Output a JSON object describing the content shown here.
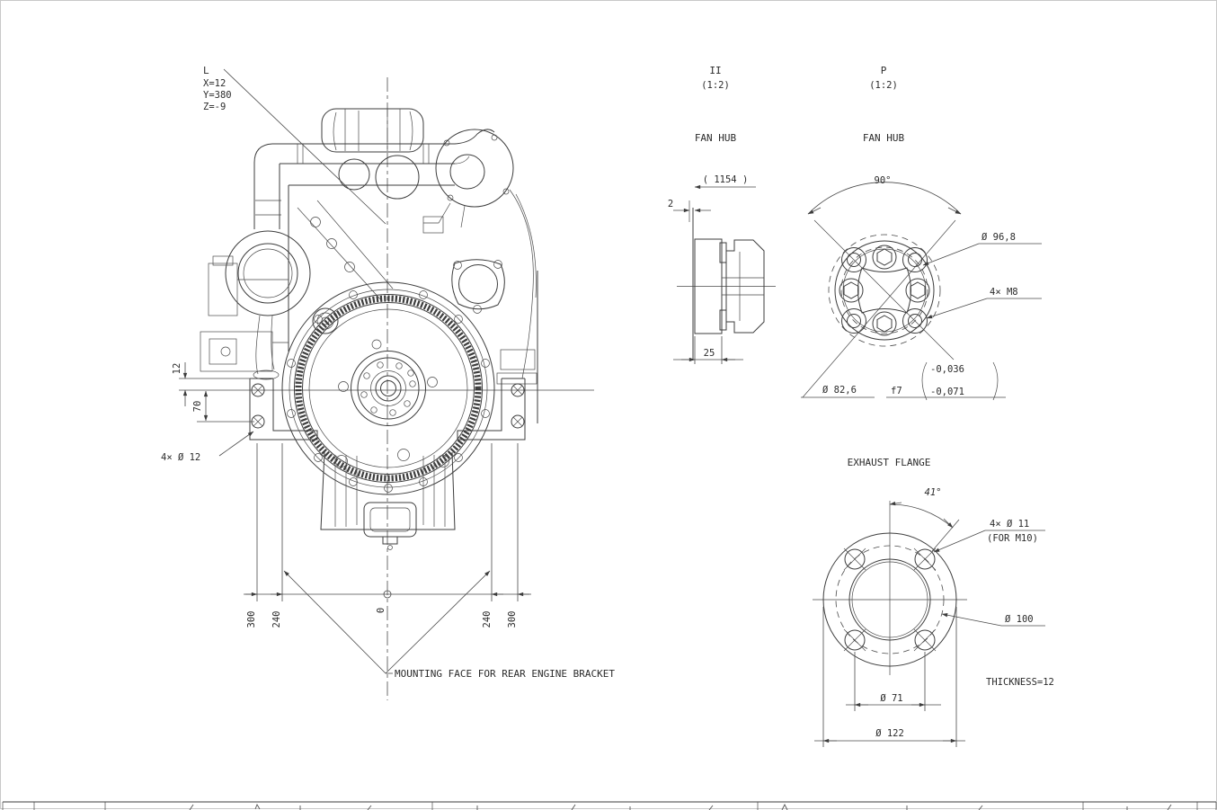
{
  "colors": {
    "line": "#3d3d3d",
    "text": "#2b2b2b",
    "background": "#ffffff",
    "sheet_border": "#c9c9c9"
  },
  "ref_point": {
    "label": "L",
    "x": "X=12",
    "y": "Y=380",
    "z": "Z=-9"
  },
  "main_view": {
    "dim_12": "12",
    "dim_70": "70",
    "dim_holes": "4× Ø 12",
    "dim_300_left": "300",
    "dim_240_left": "240",
    "dim_0": "0",
    "dim_240_right": "240",
    "dim_300_right": "300",
    "note": "MOUNTING FACE FOR REAR ENGINE BRACKET"
  },
  "view_ii": {
    "label": "II",
    "scale": "(1:2)",
    "caption": "FAN HUB",
    "dim_ref": "( 1154 )",
    "dim_offset": "2",
    "dim_width": "25"
  },
  "view_p": {
    "label": "P",
    "scale": "(1:2)",
    "caption": "FAN HUB",
    "dim_angle": "90°",
    "dim_bolt_circle": "Ø 96,8",
    "dim_thread": "4× M8",
    "dim_pilot": "Ø 82,6",
    "dim_fit": "f7",
    "tol_upper": "-0,036",
    "tol_lower": "-0,071"
  },
  "exhaust": {
    "caption": "EXHAUST FLANGE",
    "dim_angle": "41°",
    "dim_holes": "4× Ø 11",
    "dim_holes_note": "(FOR M10)",
    "dim_bolt_circle": "Ø 100",
    "thickness": "THICKNESS=12",
    "dim_span": "Ø 71",
    "dim_outer": "Ø 122"
  }
}
